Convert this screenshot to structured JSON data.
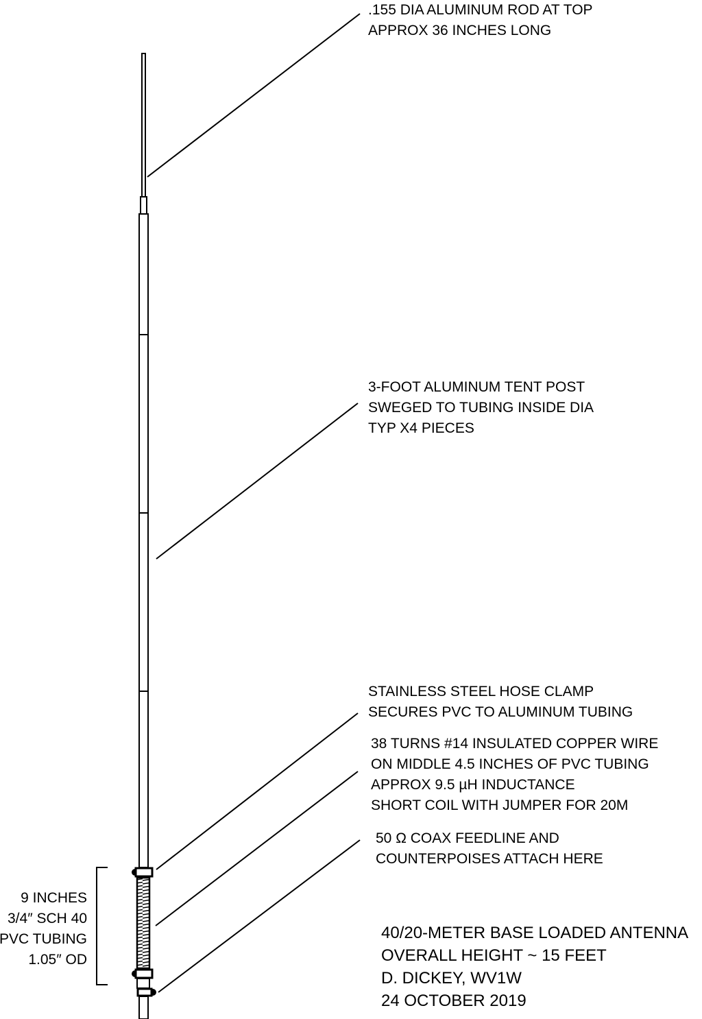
{
  "labels": {
    "rod": [
      ".155 DIA ALUMINUM ROD AT TOP",
      "APPROX 36 INCHES LONG"
    ],
    "tent_post": [
      "3-FOOT ALUMINUM TENT POST",
      "SWEGED TO TUBING INSIDE DIA",
      "TYP X4 PIECES"
    ],
    "hose_clamp": [
      "STAINLESS STEEL HOSE CLAMP",
      "SECURES PVC TO ALUMINUM TUBING"
    ],
    "coil": [
      "38 TURNS #14 INSULATED COPPER WIRE",
      "ON MIDDLE 4.5 INCHES  OF PVC TUBING",
      "APPROX 9.5 µH INDUCTANCE",
      "SHORT COIL WITH JUMPER FOR 20M"
    ],
    "feedpoint": [
      "50 Ω COAX FEEDLINE AND",
      "COUNTERPOISES ATTACH HERE"
    ],
    "pvc": [
      "9 INCHES",
      "3/4″ SCH 40",
      "PVC TUBING",
      "1.05″ OD"
    ]
  },
  "title_block": [
    "40/20-METER BASE LOADED ANTENNA",
    "OVERALL HEIGHT ~ 15 FEET",
    "D. DICKEY, WV1W",
    "24 OCTOBER 2019"
  ]
}
